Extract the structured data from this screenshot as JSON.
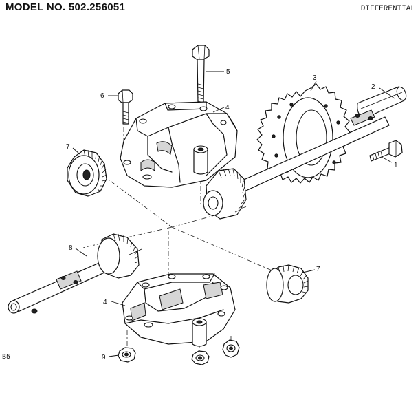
{
  "header": {
    "model": "MODEL NO. 502.256051",
    "section": "DIFFERENTIAL"
  },
  "figure_code": "B5",
  "callouts": [
    {
      "id": "c1",
      "label": "1",
      "part": "bolt"
    },
    {
      "id": "c2",
      "label": "2",
      "part": "axle-right"
    },
    {
      "id": "c3",
      "label": "3",
      "part": "sprocket"
    },
    {
      "id": "c4a",
      "label": "4",
      "part": "differential-housing-upper"
    },
    {
      "id": "c4b",
      "label": "4",
      "part": "differential-housing-lower"
    },
    {
      "id": "c5",
      "label": "5",
      "part": "long-bolt"
    },
    {
      "id": "c6",
      "label": "6",
      "part": "short-bolt"
    },
    {
      "id": "c7a",
      "label": "7",
      "part": "pinion-gear-left"
    },
    {
      "id": "c7b",
      "label": "7",
      "part": "pinion-gear-right"
    },
    {
      "id": "c8",
      "label": "8",
      "part": "axle-left-with-gear"
    },
    {
      "id": "c9",
      "label": "9",
      "part": "lock-nut"
    }
  ]
}
